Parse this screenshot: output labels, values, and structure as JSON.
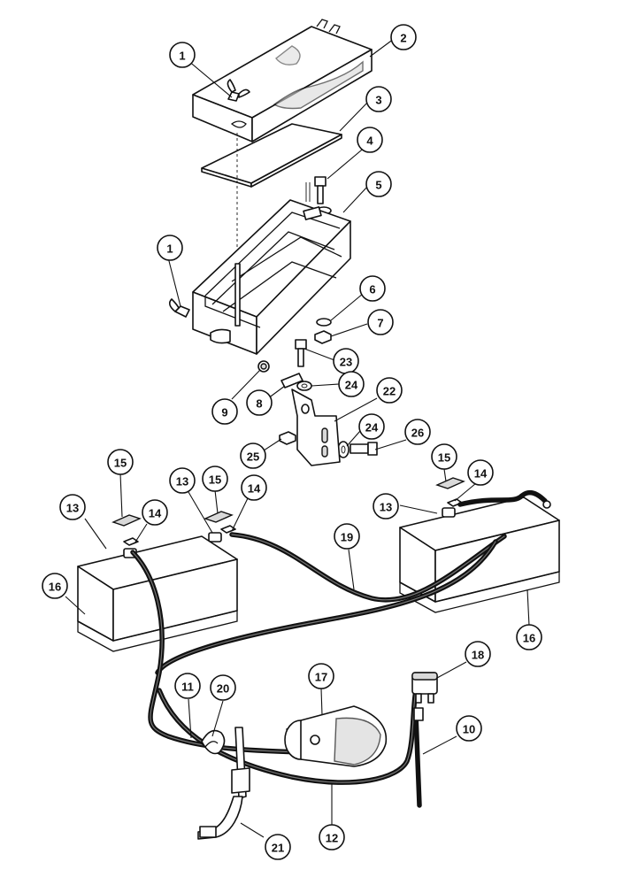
{
  "callouts": [
    {
      "label": "1"
    },
    {
      "label": "2"
    },
    {
      "label": "3"
    },
    {
      "label": "4"
    },
    {
      "label": "5"
    },
    {
      "label": "1"
    },
    {
      "label": "6"
    },
    {
      "label": "7"
    },
    {
      "label": "23"
    },
    {
      "label": "24"
    },
    {
      "label": "9"
    },
    {
      "label": "8"
    },
    {
      "label": "22"
    },
    {
      "label": "24"
    },
    {
      "label": "26"
    },
    {
      "label": "25"
    },
    {
      "label": "15"
    },
    {
      "label": "13"
    },
    {
      "label": "15"
    },
    {
      "label": "14"
    },
    {
      "label": "13"
    },
    {
      "label": "14"
    },
    {
      "label": "16"
    },
    {
      "label": "19"
    },
    {
      "label": "15"
    },
    {
      "label": "14"
    },
    {
      "label": "13"
    },
    {
      "label": "16"
    },
    {
      "label": "17"
    },
    {
      "label": "18"
    },
    {
      "label": "11"
    },
    {
      "label": "20"
    },
    {
      "label": "10"
    },
    {
      "label": "12"
    },
    {
      "label": "21"
    }
  ],
  "colors": {
    "ink": "#111111",
    "paper": "#ffffff",
    "shade": "#d9d9d9"
  }
}
